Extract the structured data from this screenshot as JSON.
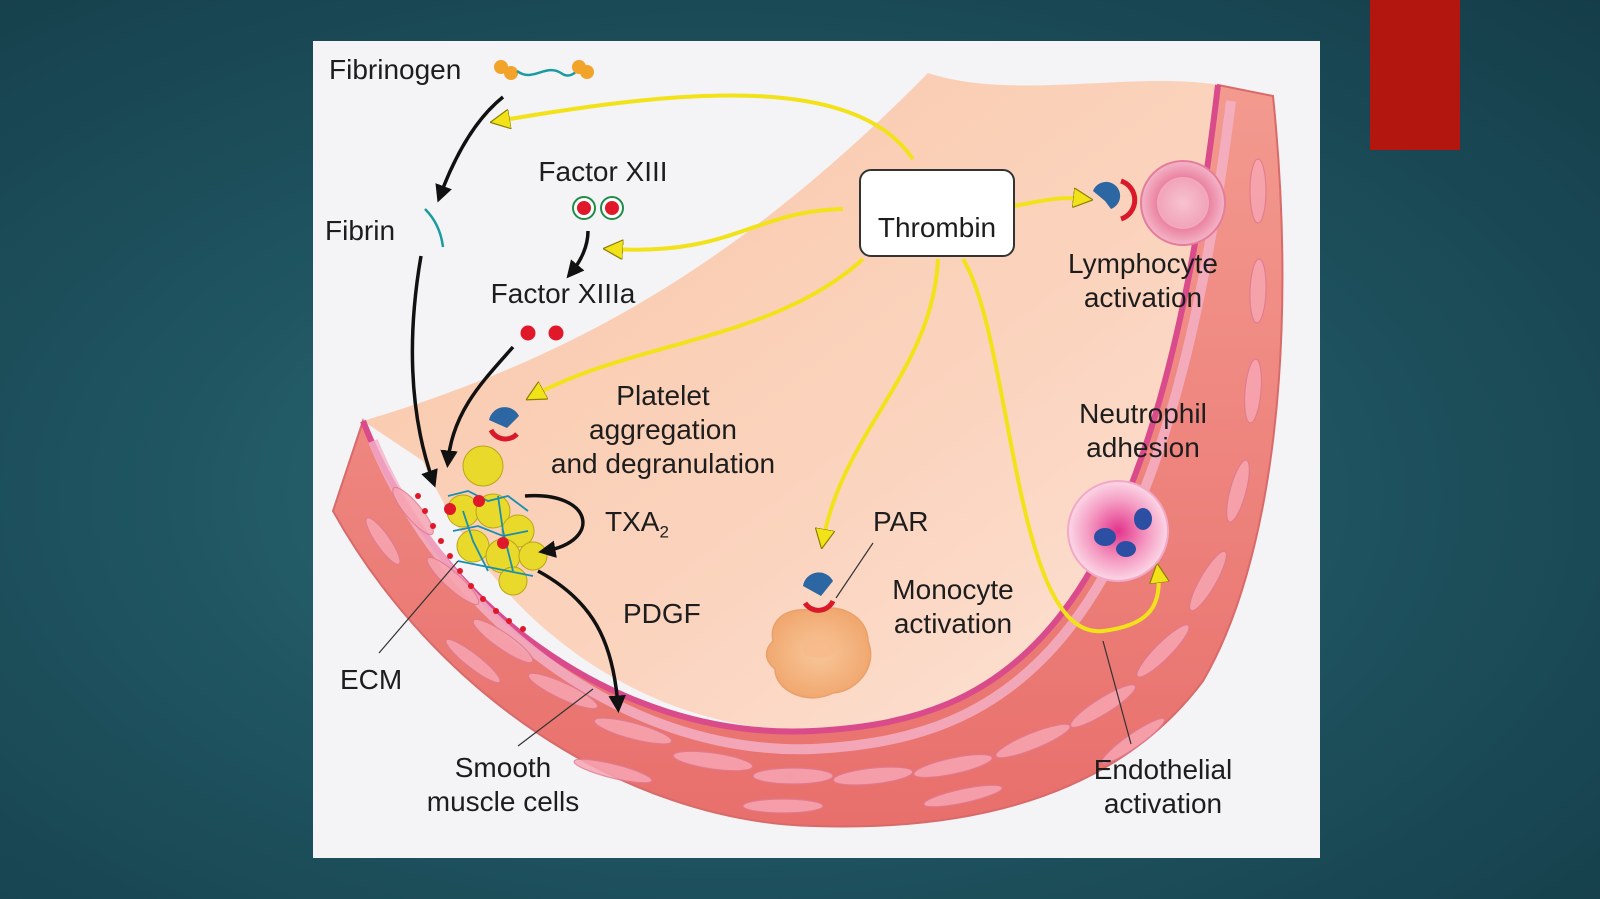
{
  "labels": {
    "fibrinogen": "Fibrinogen",
    "fibrin": "Fibrin",
    "factor_xiii": "Factor XIII",
    "factor_xiiia": "Factor XIIIa",
    "thrombin": "Thrombin",
    "lymphocyte": [
      "Lymphocyte",
      "activation"
    ],
    "platelet": [
      "Platelet",
      "aggregation",
      "and degranulation"
    ],
    "txa2": "TXA",
    "txa2_sub": "2",
    "neutrophil": [
      "Neutrophil",
      "adhesion"
    ],
    "par": "PAR",
    "pdgf": "PDGF",
    "monocyte": [
      "Monocyte",
      "activation"
    ],
    "ecm": "ECM",
    "smooth_muscle": [
      "Smooth",
      "muscle cells"
    ],
    "endothelial": [
      "Endothelial",
      "activation"
    ]
  },
  "colors": {
    "background": "#1f5561",
    "accent_bar": "#b3150f",
    "panel": "#f4f3f6",
    "arrow_yellow": "#f2e21a",
    "arrow_black": "#111111",
    "vessel_lumen": "#f6c3a8",
    "vessel_wall": "#ef8b86",
    "receptor_blue": "#2d67a3",
    "receptor_red": "#d9192a"
  },
  "icons": [
    "thrombin-icon",
    "fibrinogen-icon",
    "fibrin-icon",
    "factor-xiii-icon",
    "factor-xiiia-icon",
    "receptor-icon",
    "lymphocyte-cell-icon",
    "neutrophil-cell-icon",
    "monocyte-cell-icon",
    "platelet-clot-icon"
  ]
}
